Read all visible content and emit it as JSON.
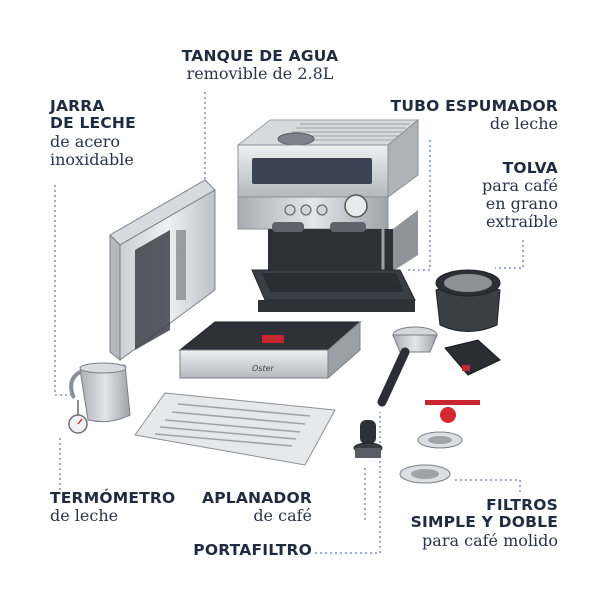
{
  "labels": {
    "tanque": {
      "title": "TANQUE DE AGUA",
      "sub": "removible de 2.8L"
    },
    "jarra": {
      "title1": "JARRA",
      "title2": "DE LECHE",
      "sub1": "de acero",
      "sub2": "inoxidable"
    },
    "tubo": {
      "title": "TUBO ESPUMADOR",
      "sub": "de leche"
    },
    "tolva": {
      "title": "TOLVA",
      "sub1": "para café",
      "sub2": "en grano",
      "sub3": "extraíble"
    },
    "termometro": {
      "title": "TERMÓMETRO",
      "sub": "de leche"
    },
    "aplanador": {
      "title": "APLANADOR",
      "sub": "de café"
    },
    "portafiltro": {
      "title": "PORTAFILTRO"
    },
    "filtros": {
      "title1": "FILTROS",
      "title2": "SIMPLE Y DOBLE",
      "sub": "para café molido"
    }
  },
  "brand": "Oster",
  "colors": {
    "text": "#1f2b3f",
    "leader": "#6b7ea8",
    "steel": "#c9ccd0",
    "dark": "#2b2f36",
    "accent_red": "#d9232d"
  }
}
